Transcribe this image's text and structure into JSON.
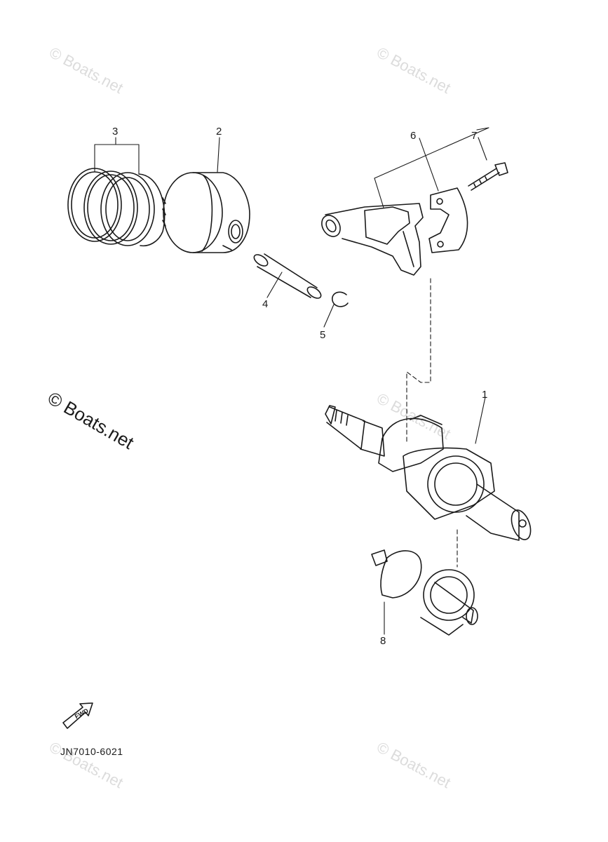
{
  "callouts": [
    "1",
    "2",
    "3",
    "4",
    "5",
    "6",
    "7",
    "8"
  ],
  "watermarks": [
    "© Boats.net",
    "© Boats.net",
    "© Boats.net",
    "© Boats.net",
    "© Boats.net"
  ],
  "main_watermark": "© Boats.net",
  "diagram_code": "JN7010-6021",
  "fwd_label": "FWD",
  "icons": [
    "forward-arrow-icon"
  ],
  "colors": {
    "ink": "#1a1a1a",
    "watermark": "#dcdcdc",
    "background": "#ffffff"
  }
}
